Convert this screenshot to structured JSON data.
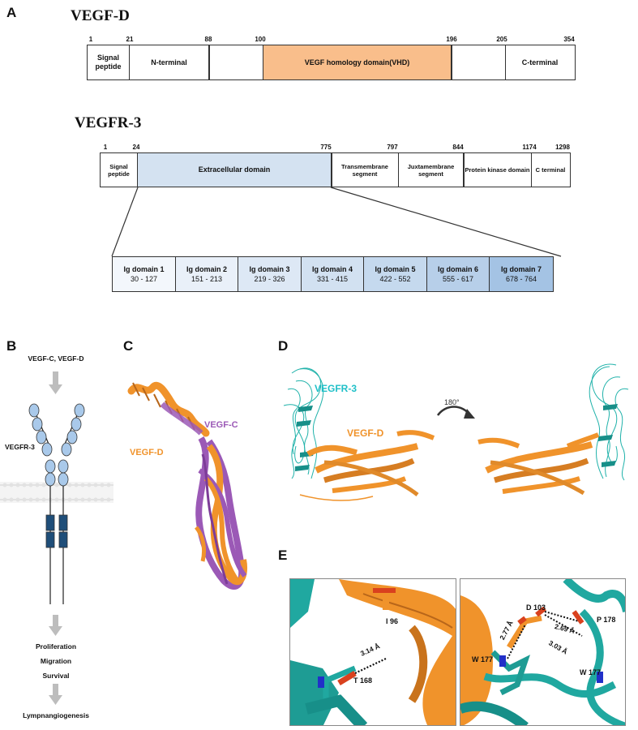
{
  "panel_a": {
    "letter": "A",
    "vegfd": {
      "title": "VEGF-D",
      "numbers": [
        "1",
        "21",
        "88",
        "100",
        "196",
        "205",
        "354"
      ],
      "segments": [
        "Signal peptide",
        "N-terminal",
        "",
        "VEGF homology domain(VHD)",
        "",
        "C-terminal"
      ],
      "colors": {
        "vhd": "#f9be8b",
        "default": "#ffffff"
      }
    },
    "vegfr3": {
      "title": "VEGFR-3",
      "numbers": [
        "1",
        "24",
        "775",
        "797",
        "844",
        "1174",
        "1298"
      ],
      "segments": [
        "Signal peptide",
        "Extracellular domain",
        "Transmembrane segment",
        "Juxtamembrane segment",
        "Protein kinase domain",
        "C terminal"
      ],
      "colors": {
        "extracellular": "#d4e2f1",
        "default": "#ffffff"
      }
    },
    "ig_domains": [
      {
        "name": "Ig domain 1",
        "range": "30 - 127",
        "color": "#f3f7fc"
      },
      {
        "name": "Ig domain 2",
        "range": "151 - 213",
        "color": "#e9f0f9"
      },
      {
        "name": "Ig domain 3",
        "range": "219 - 326",
        "color": "#dde8f5"
      },
      {
        "name": "Ig domain 4",
        "range": "331 - 415",
        "color": "#d2e1f1"
      },
      {
        "name": "Ig domain 5",
        "range": "422 - 552",
        "color": "#c5d9ee"
      },
      {
        "name": "Ig domain 6",
        "range": "555 - 617",
        "color": "#b7cfe9"
      },
      {
        "name": "Ig domain 7",
        "range": "678 - 764",
        "color": "#a4c3e4"
      }
    ]
  },
  "panel_b": {
    "letter": "B",
    "ligands": "VEGF-C, VEGF-D",
    "receptor": "VEGFR-3",
    "outcomes": [
      "Proliferation",
      "Migration",
      "Survival"
    ],
    "final": "Lympnangiogenesis",
    "colors": {
      "ig": "#a9c9ea",
      "kinase": "#1f4e79",
      "arrow": "#bdbdbd"
    }
  },
  "panel_c": {
    "letter": "C",
    "labels": [
      "VEGF-C",
      "VEGF-D"
    ],
    "colors": {
      "vegfc": "#9b59b6",
      "vegfd": "#f0932b"
    }
  },
  "panel_d": {
    "letter": "D",
    "labels": [
      "VEGFR-3",
      "VEGF-D"
    ],
    "rotation": "180°",
    "colors": {
      "vegfr3": "#20b2aa",
      "vegfd": "#f0932b"
    }
  },
  "panel_e": {
    "letter": "E",
    "left": {
      "residues": [
        "I 96",
        "T 168"
      ],
      "distance": "3.14 Å"
    },
    "right": {
      "residues": [
        "D 103",
        "P 178",
        "W 177",
        "W 177"
      ],
      "distances": [
        "2.77 Å",
        "2.69 Å",
        "3.03 Å"
      ]
    }
  }
}
